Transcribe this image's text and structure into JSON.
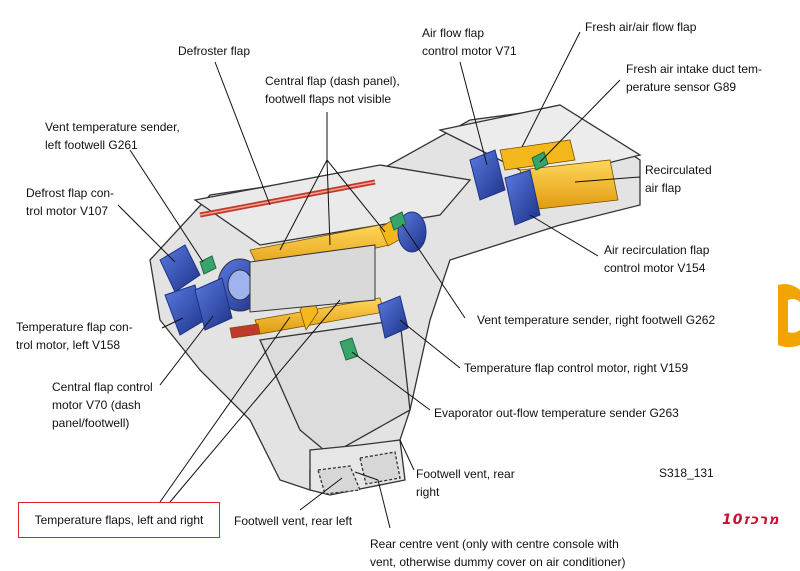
{
  "labels": {
    "defroster_flap": "Defroster flap",
    "central_flap": [
      "Central flap (dash panel),",
      "footwell flaps not visible"
    ],
    "vent_temp_left": [
      "Vent temperature sender,",
      "left footwell G261"
    ],
    "defrost_motor": [
      "Defrost flap con-",
      "trol motor V107"
    ],
    "temp_motor_left": [
      "Temperature flap con-",
      "trol motor, left V158"
    ],
    "central_motor": [
      "Central flap control",
      "motor V70 (dash",
      "panel/footwell)"
    ],
    "temp_flaps_lr": "Temperature flaps, left and right",
    "footwell_rear_left": "Footwell vent, rear left",
    "rear_centre_vent": [
      "Rear centre vent (only with centre console with",
      "vent, otherwise dummy cover on air conditioner)"
    ],
    "footwell_rear_right": [
      "Footwell vent, rear",
      "right"
    ],
    "evap_sender": "Evaporator out-flow temperature sender G263",
    "temp_motor_right": "Temperature flap control motor, right V159",
    "vent_temp_right": "Vent temperature sender, right footwell G262",
    "air_recirc_motor": [
      "Air recirculation flap",
      "control motor V154"
    ],
    "recirc_flap": [
      "Recirculated",
      "air flap"
    ],
    "fresh_intake_sensor": [
      "Fresh air intake duct tem-",
      "perature sensor G89"
    ],
    "fresh_air_flap": "Fresh air/air flow flap",
    "air_flow_motor": [
      "Air flow flap",
      "control motor V71"
    ]
  },
  "figure_code": "S318_131",
  "logo_text": "מרכז10",
  "colors": {
    "housing": "#e3e3e3",
    "housing_stroke": "#333333",
    "motor_blue": "#2f4fb5",
    "flap_yellow": "#f5b81c",
    "sensor_green": "#3aa36a",
    "red_shaft": "#c0392b",
    "highlight_box": "#d9262c",
    "logo_red": "#c8102e",
    "side_arc": "#f0a500"
  }
}
